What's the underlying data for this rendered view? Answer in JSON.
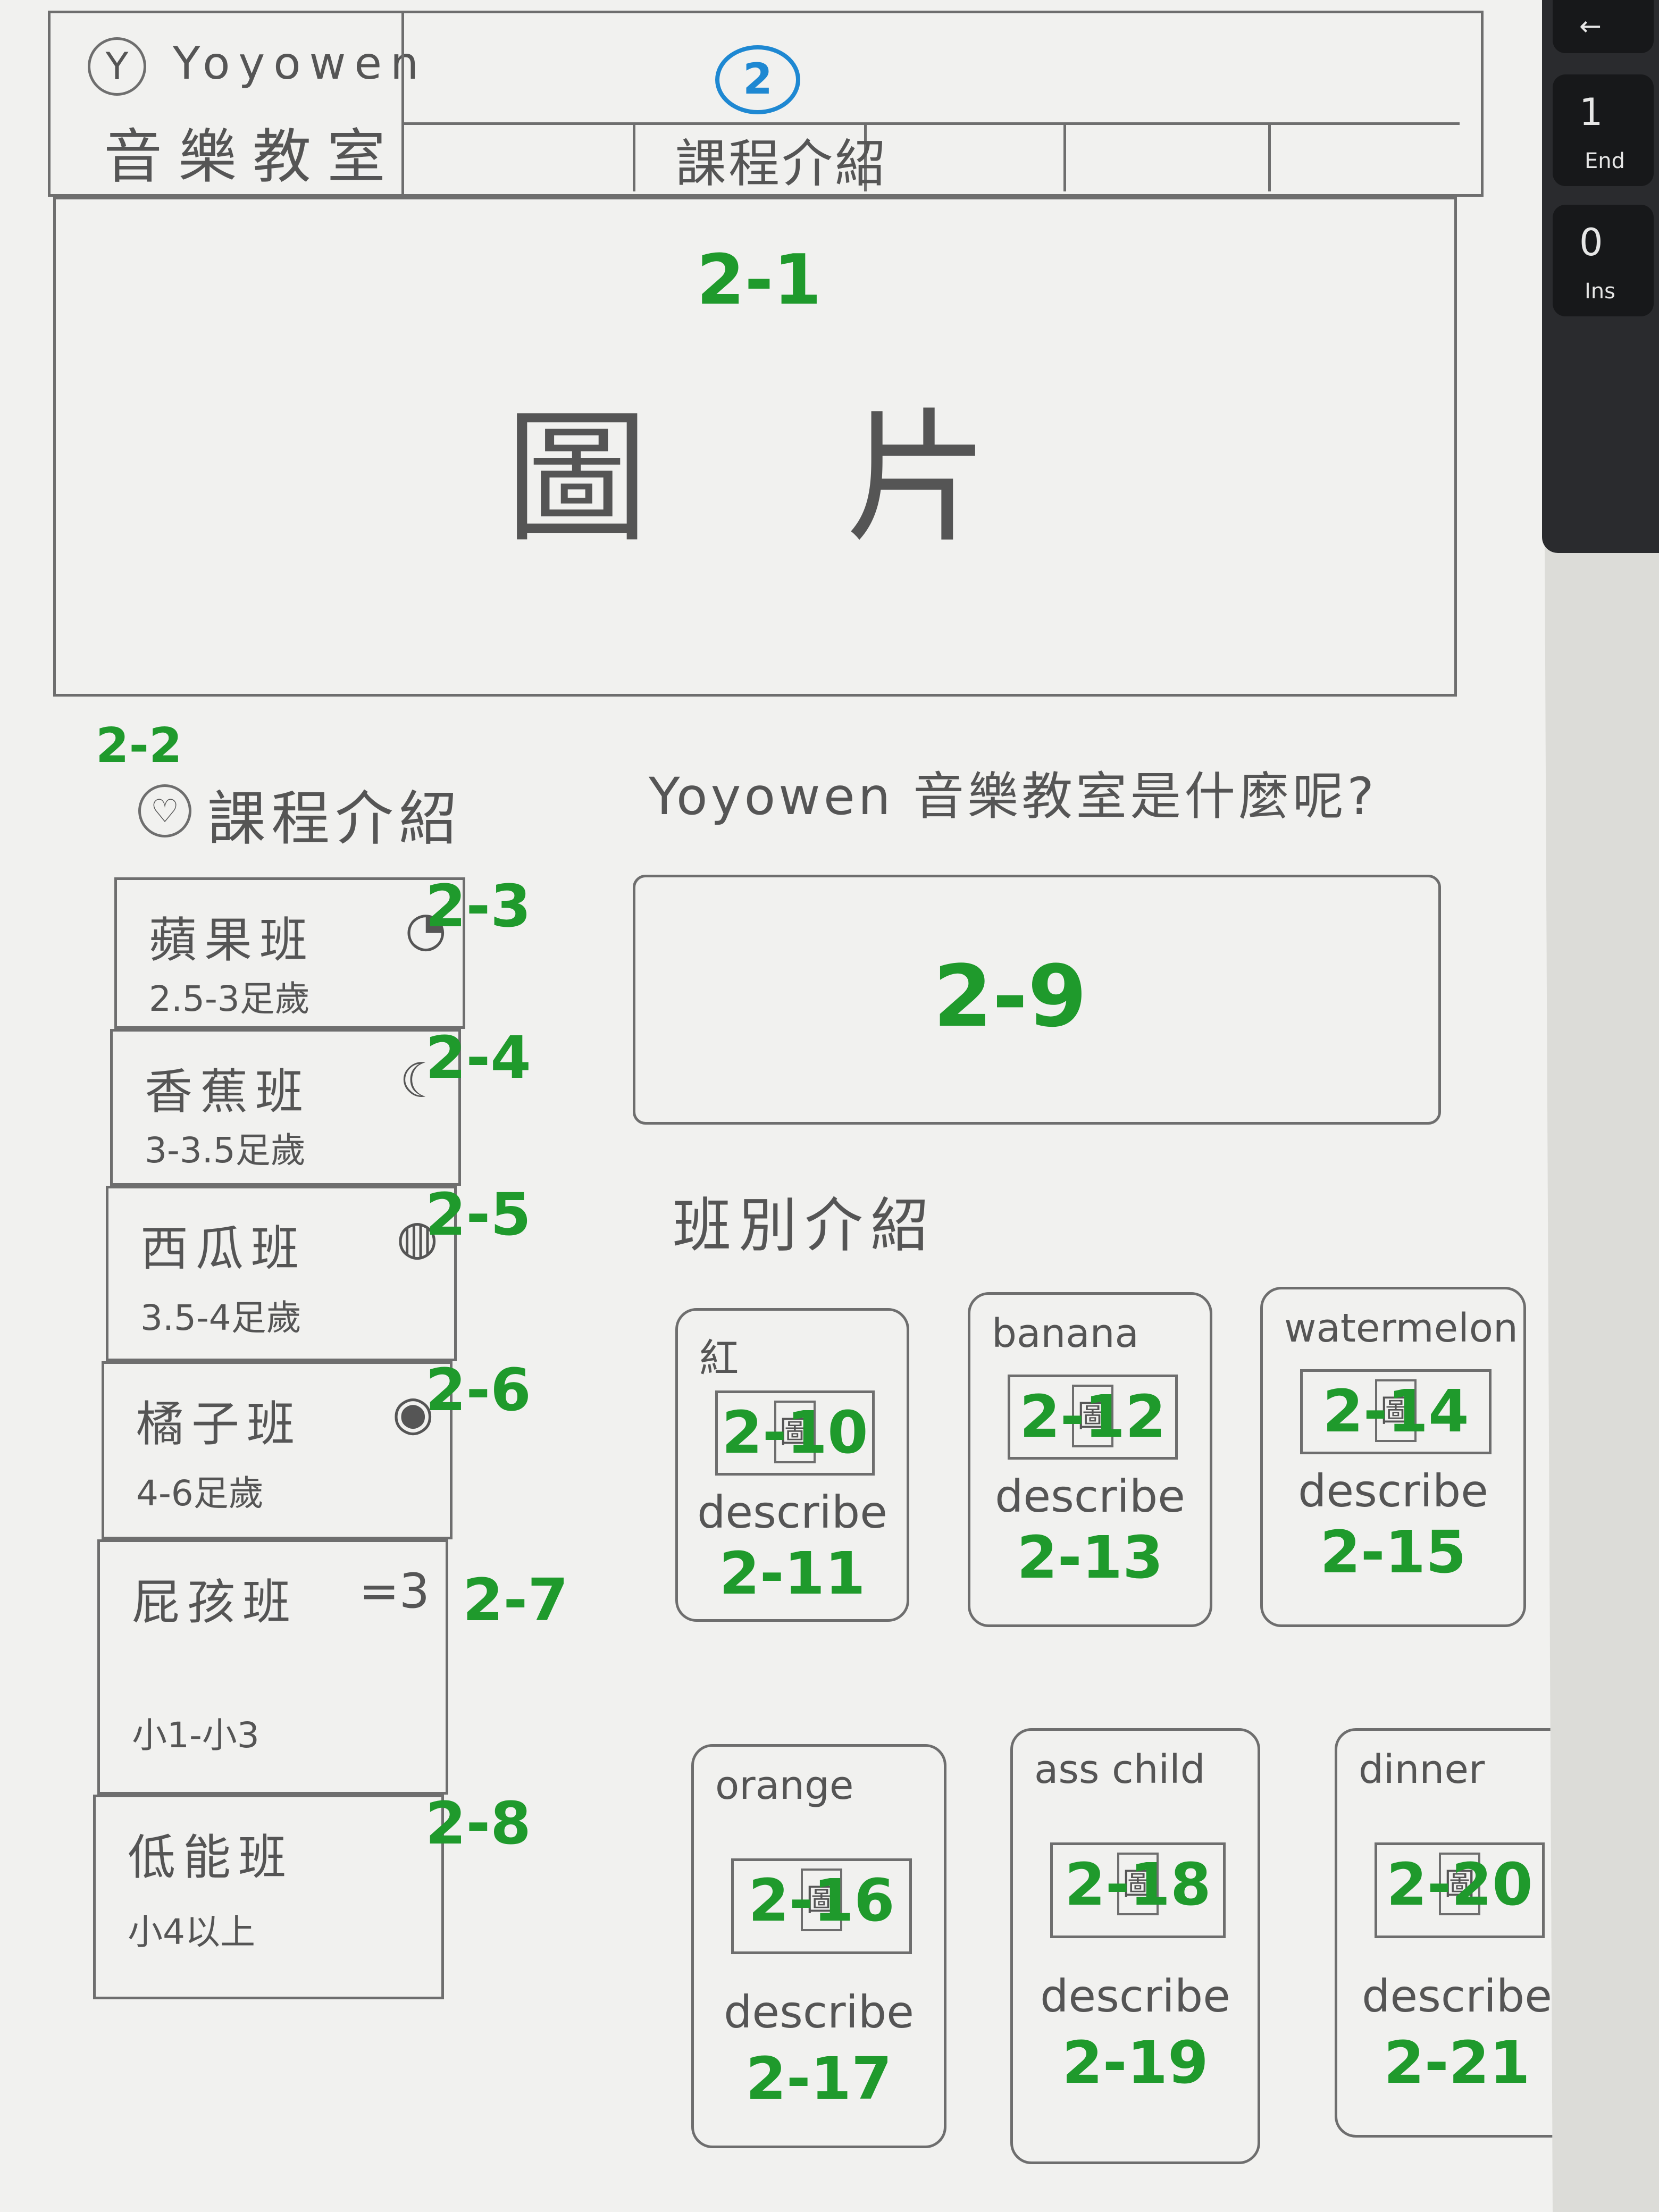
{
  "keyboard": {
    "keys": [
      {
        "main": "←",
        "sub": ""
      },
      {
        "main": "1",
        "sub": "End"
      },
      {
        "main": "0",
        "sub": "Ins"
      }
    ]
  },
  "header": {
    "brand": "Yoyowen",
    "subtitle": "音樂教室",
    "page_number": "2",
    "nav_active": "課程介紹"
  },
  "banner": {
    "tag": "2-1",
    "placeholder_left": "圖",
    "placeholder_right": "片"
  },
  "sidebar": {
    "tag": "2-2",
    "title": "課程介紹",
    "items": [
      {
        "name": "蘋果班",
        "age": "2.5-3足歲",
        "icon": "apple",
        "tag": "2-3"
      },
      {
        "name": "香蕉班",
        "age": "3-3.5足歲",
        "icon": "banana",
        "tag": "2-4"
      },
      {
        "name": "西瓜班",
        "age": "3.5-4足歲",
        "icon": "watermelon",
        "tag": "2-5"
      },
      {
        "name": "橘子班",
        "age": "4-6足歲",
        "icon": "orange",
        "tag": "2-6"
      },
      {
        "name": "屁孩班",
        "age": "小1-小3",
        "icon": "butt",
        "tag": "2-7"
      },
      {
        "name": "低能班",
        "age": "小4以上",
        "icon": "",
        "tag": "2-8"
      }
    ]
  },
  "about": {
    "heading": "Yoyowen 音樂教室是什麼呢?",
    "tag": "2-9"
  },
  "classes": {
    "heading": "班別介紹",
    "img_glyph": "圖",
    "cards": [
      {
        "title": "紅",
        "img_tag": "2-10",
        "desc": "describe",
        "desc_tag": "2-11"
      },
      {
        "title": "banana",
        "img_tag": "2-12",
        "desc": "describe",
        "desc_tag": "2-13"
      },
      {
        "title": "watermelon",
        "img_tag": "2-14",
        "desc": "describe",
        "desc_tag": "2-15"
      },
      {
        "title": "orange",
        "img_tag": "2-16",
        "desc": "describe",
        "desc_tag": "2-17"
      },
      {
        "title": "ass child",
        "img_tag": "2-18",
        "desc": "describe",
        "desc_tag": "2-19"
      },
      {
        "title": "dinner",
        "img_tag": "2-20",
        "desc": "describe",
        "desc_tag": "2-21"
      }
    ]
  }
}
